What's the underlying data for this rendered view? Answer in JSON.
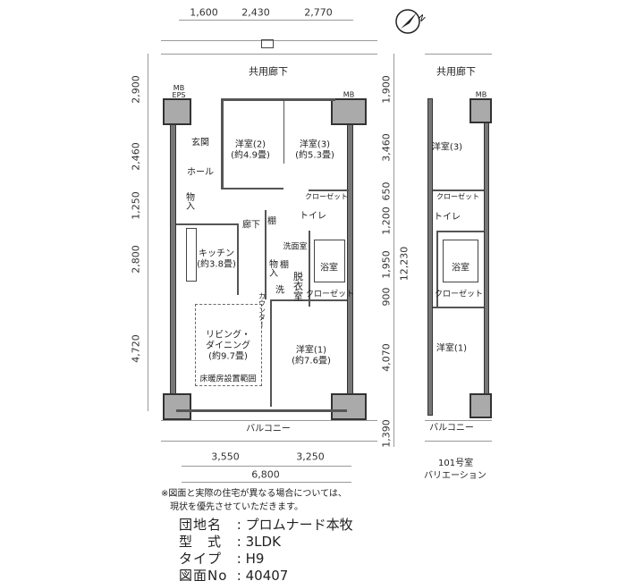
{
  "top_dims": [
    "1,600",
    "2,430",
    "2,770"
  ],
  "corridor_label": "共用廊下",
  "left_dims": [
    "2,900",
    "2,460",
    "1,250",
    "2,800",
    "4,720"
  ],
  "right_dims": [
    "1,900",
    "3,460",
    "650",
    "1,200",
    "1,950",
    "900",
    "4,070",
    "1,390"
  ],
  "total_depth": "12,230",
  "bottom_dims": {
    "left": "3,550",
    "right": "3,250",
    "total": "6,800"
  },
  "rooms": {
    "mb_eps": "MB\nEPS",
    "mb": "MB",
    "genkan": "玄関",
    "hall": "ホール",
    "yoshitsu2": "洋室(2)",
    "yoshitsu2_size": "(約4.9畳)",
    "yoshitsu3": "洋室(3)",
    "yoshitsu3_size": "(約5.3畳)",
    "monoire": "物入",
    "closet": "クローゼット",
    "toilet": "トイレ",
    "tana": "棚",
    "rouka": "廊下",
    "kitchen": "キッチン",
    "kitchen_size": "(約3.8畳)",
    "senmen": "洗面室",
    "datsui": "脱衣室",
    "yokushitsu": "浴室",
    "sentaku": "洗",
    "counter": "カウンター",
    "living": "リビング・",
    "dining": "ダイニング",
    "living_size": "(約9.7畳)",
    "floor_heating": "床暖房設置範囲",
    "yoshitsu1": "洋室(1)",
    "yoshitsu1_size": "(約7.6畳)",
    "balcony": "バルコニー"
  },
  "variation": {
    "caption1": "101号室",
    "caption2": "バリエーション",
    "corridor": "共用廊下",
    "mb": "MB",
    "yoshitsu3": "洋室(3)",
    "closet": "クローゼット",
    "toilet": "トイレ",
    "yokushitsu": "浴室",
    "closet2": "クローゼット",
    "yoshitsu1": "洋室(1)",
    "balcony": "バルコニー"
  },
  "note": [
    "※図面と実際の住宅が異なる場合については、",
    "現状を優先させていただきます。"
  ],
  "info": [
    {
      "key": "団地名",
      "value": "プロムナード本牧"
    },
    {
      "key": "型　式",
      "value": "3LDK"
    },
    {
      "key": "タイプ",
      "value": "H9"
    },
    {
      "key": "図面No",
      "value": "40407"
    }
  ],
  "sep": ":"
}
